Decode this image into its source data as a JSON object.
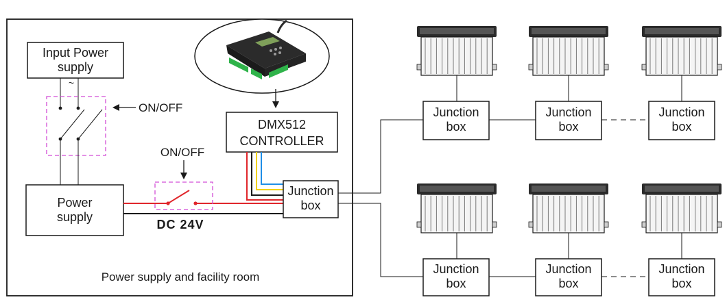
{
  "facility_room": {
    "caption": "Power supply and facility room"
  },
  "input_power": {
    "line1": "Input Power",
    "line2": "supply"
  },
  "switch_main": {
    "label": "ON/OFF"
  },
  "switch_dc": {
    "label": "ON/OFF"
  },
  "power_supply": {
    "line1": "Power",
    "line2": "supply"
  },
  "dc_voltage": {
    "label": "DC 24V"
  },
  "controller": {
    "line1": "DMX512",
    "line2": "CONTROLLER"
  },
  "hub_junction": {
    "line1": "Junction",
    "line2": "box"
  },
  "junction_boxes": [
    {
      "line1": "Junction",
      "line2": "box"
    },
    {
      "line1": "Junction",
      "line2": "box"
    },
    {
      "line1": "Junction",
      "line2": "box"
    },
    {
      "line1": "Junction",
      "line2": "box"
    },
    {
      "line1": "Junction",
      "line2": "box"
    },
    {
      "line1": "Junction",
      "line2": "box"
    }
  ],
  "colors": {
    "line": "#1a1a1a",
    "red": "#e0262b",
    "yellow": "#f2d200",
    "blue": "#1e8ee6",
    "pink_dash": "#d24dd6",
    "device_body": "#2b2b2b",
    "device_terminal": "#2fb34a"
  },
  "icons": [
    "dmx-controller-device-image",
    "underground-light-fixture-icon",
    "arrow-down-icon",
    "arrow-left-icon"
  ]
}
